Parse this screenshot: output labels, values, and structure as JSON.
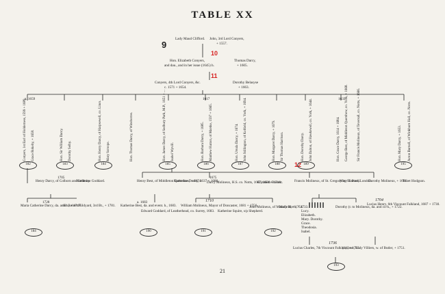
{
  "title": "TABLE XX",
  "page_number": "21",
  "annotations": [
    "9",
    "10",
    "11",
    "12"
  ],
  "handwritten": {
    "a": "1710",
    "b": "1736",
    "c": "1704"
  },
  "gen1": {
    "left": "Lady Maud Clifford.",
    "right": "John, 3rd Lord Conyers,",
    "right2": "+ 1557."
  },
  "gen2": {
    "left": "Hon. Elizabeth Conyers,",
    "left2": "and dau., and in her issue (1645) h.",
    "right": "Thomas Darcy,",
    "right2": "+ 1605."
  },
  "gen3": {
    "left": "Conyers, 4th Lord Conyers, &c.",
    "left2": "c. 1571 + 1654.",
    "right": "Dorothy Belasyse",
    "right2": "+ 1663."
  },
  "children": [
    {
      "t": "Conyers, 1st Earl of Holderness, 1599 + 1689.",
      "n": "182",
      "d": "a. 1659"
    },
    {
      "t": "Grace Rokeby, + 1658.",
      "n": ""
    },
    {
      "t": "Hon. Sir William Darcy.",
      "n": "183"
    },
    {
      "t": "Dorothy Selby.",
      "n": ""
    },
    {
      "t": "Hon. Henry Darcy, of Harpsewell, co. Lincs.",
      "n": "184"
    },
    {
      "t": "Mary Scroope.",
      "n": ""
    },
    {
      "t": "Hon. Thomas Darcy, of Winsborres.",
      "n": ""
    },
    {
      "t": "Hon. James Darcy, of Sedbury Park, M.P., 1651 + ...",
      "n": "185"
    },
    {
      "t": "Isabel Wyvill.",
      "n": ""
    },
    {
      "t": "Hon. Barbara Darcy, + 1685.",
      "n": "186",
      "d": "1617"
    },
    {
      "t": "Matthew Hutton, of Marske, 1597 + 1665.",
      "n": ""
    },
    {
      "t": "Hon. Ursula Darcy, + 1674.",
      "n": "187"
    },
    {
      "t": "John Stillington, of Kelfield, co. York, + 1694.",
      "n": ""
    },
    {
      "t": "Hon. Margaret Darcy, + 1679.",
      "n": "188"
    },
    {
      "t": "Sir Thomas Harrison.",
      "n": ""
    },
    {
      "t": "Hon. Dorothy Darcy.",
      "n": "189"
    },
    {
      "t": "John Dalton, of Hawkswell, co. York, + 1644.",
      "n": ""
    },
    {
      "t": "Hon. Grace Darcy, 1614 + 1684.",
      "n": "",
      "d": "1633"
    },
    {
      "t": "George Best, of Middleton Quernhow, co. York, + 1668.",
      "n": ""
    },
    {
      "t": "Sir Francis Molineux, of Teversall, co. Notts, + 1666.",
      "n": ""
    },
    {
      "t": "Hon. Mary Darcy, + 1653.",
      "n": "195"
    },
    {
      "t": "Acton Burnell, of Winkburn Hall, co. Notts.",
      "n": ""
    }
  ],
  "gen5": [
    {
      "t": "Henry Darcy, of Colborn and Sedbury.",
      "d": "1705"
    },
    {
      "t": "Katherine Goddard."
    },
    {
      "t": "Henry Best, of Middleton Quernhow, + 1674."
    },
    {
      "t": "Katherine Danby, 1637 + 1688."
    },
    {
      "t": "Darcy Molineux, H.S. co. Notts, 1667, 1651 + 1716.",
      "d": "1675"
    },
    {
      "t": "Elizabeth Bassett."
    },
    {
      "t": "Francis Molineux, of St. Gregory by St. Paul, London."
    },
    {
      "t": "Mary Tancred."
    },
    {
      "t": "Dorothy Molineux, + 1691."
    },
    {
      "t": "Tobet Hodgson."
    }
  ],
  "gen6": [
    {
      "t": "Maria Catherine Darcy, da. and h., + 1747.",
      "n": "184",
      "d": "1728"
    },
    {
      "t": "Sir Robert Hildyard, 3rd Bt., + 1781."
    },
    {
      "t": "Katherine Best, da. and event. h., 1683.",
      "d": "a. 1683"
    },
    {
      "t": "Edward Goddard, of Leatherhead, co. Surrey, 1683.",
      "n": "190"
    },
    {
      "t": "William Molineux, Mayor of Doncaster, 1681 + 1756.",
      "n": "191"
    },
    {
      "t": "Katherine Squire, s/p Shepherd."
    },
    {
      "t": "John Molineux, of Mansfield, + 1754.",
      "n": "192"
    },
    {
      "t": "Mary Birch, + 1733."
    },
    {
      "t": "Lucy. Elizabeth. Mary. Dorothy. Grace. Theodosia. Isabel."
    },
    {
      "t": "Dorothy (r. to Molineux, da. and co-h., + 1722."
    },
    {
      "t": "Lucius Henry, 6th Viscount Falkland, 1687 + 1730."
    }
  ],
  "gen7": {
    "left": "Lucius Charles, 7th Viscount Falkland, + 1785.",
    "right": "(1) Jane, Lady Villiers, w. of Butler, + 1751.",
    "n": "193"
  }
}
